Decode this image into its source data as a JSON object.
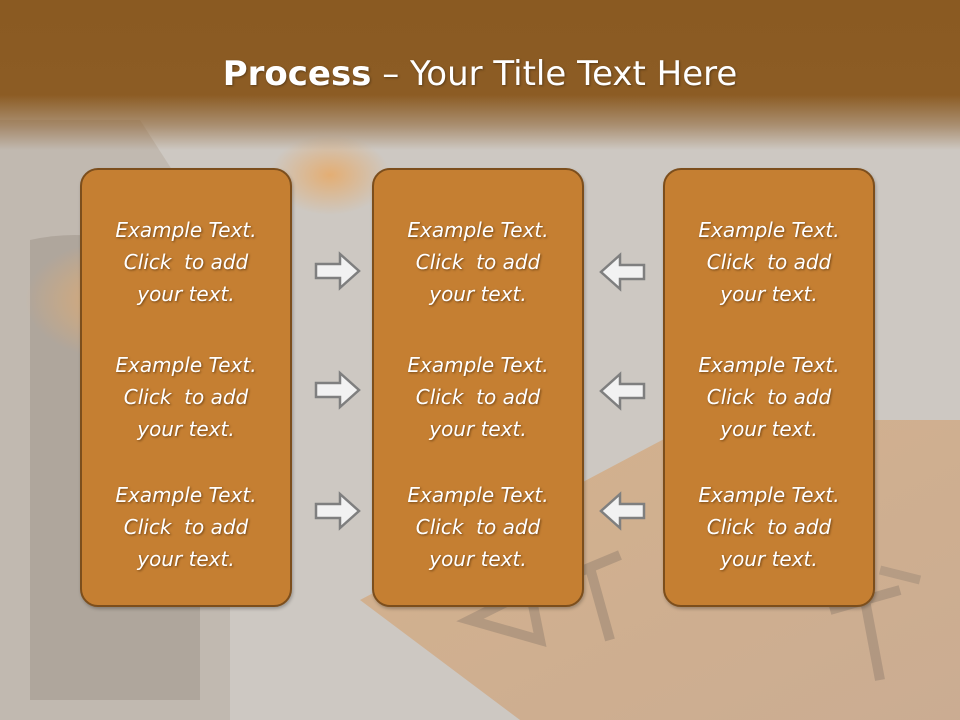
{
  "slide": {
    "title_bold": "Process",
    "title_rest": " – Your Title Text Here"
  },
  "columns": [
    {
      "items": [
        {
          "line1": "Example Text.",
          "line2": "Click  to add",
          "line3": "your text."
        },
        {
          "line1": "Example Text.",
          "line2": "Click  to add",
          "line3": "your text."
        },
        {
          "line1": "Example Text.",
          "line2": "Click  to add",
          "line3": "your text."
        }
      ]
    },
    {
      "items": [
        {
          "line1": "Example Text.",
          "line2": "Click  to add",
          "line3": "your text."
        },
        {
          "line1": "Example Text.",
          "line2": "Click  to add",
          "line3": "your text."
        },
        {
          "line1": "Example Text.",
          "line2": "Click  to add",
          "line3": "your text."
        }
      ]
    },
    {
      "items": [
        {
          "line1": "Example Text.",
          "line2": "Click  to add",
          "line3": "your text."
        },
        {
          "line1": "Example Text.",
          "line2": "Click  to add",
          "line3": "your text."
        },
        {
          "line1": "Example Text.",
          "line2": "Click  to add",
          "line3": "your text."
        }
      ]
    }
  ],
  "arrows": {
    "left_direction": "right",
    "right_direction": "left",
    "count_per_side": 3
  },
  "colors": {
    "header": "#8c5c24",
    "panel_fill": "#c57f32",
    "panel_border": "#7c4e1c",
    "arrow_fill": "#f2f2f2",
    "arrow_stroke": "#7f7f7f"
  }
}
